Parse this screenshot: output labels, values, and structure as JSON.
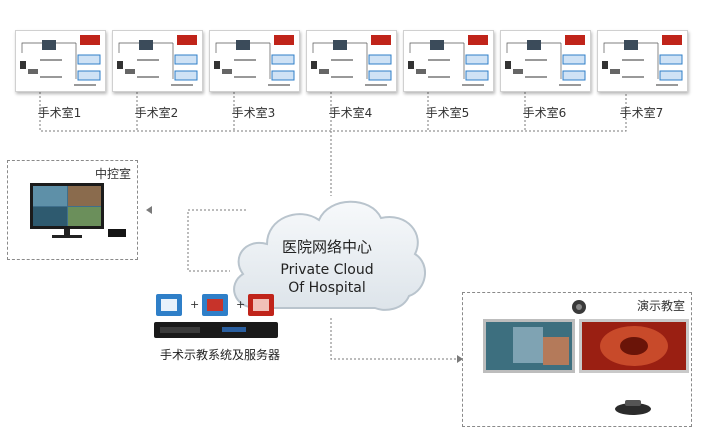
{
  "diagram": {
    "operating_rooms": [
      {
        "label": "手术室1"
      },
      {
        "label": "手术室2"
      },
      {
        "label": "手术室3"
      },
      {
        "label": "手术室4"
      },
      {
        "label": "手术室5"
      },
      {
        "label": "手术室6"
      },
      {
        "label": "手术室7"
      }
    ],
    "control_room": {
      "label": "中控室"
    },
    "cloud": {
      "title_cn": "医院网络中心",
      "title_en_line1": "Private Cloud",
      "title_en_line2": "Of Hospital"
    },
    "server_system": {
      "label": "手术示教系统及服务器"
    },
    "demo_classroom": {
      "label": "演示教室"
    },
    "colors": {
      "connector": "#7a7a7a",
      "box_border": "#8a8a8a",
      "cloud_fill": "#eef2f6",
      "accent_red": "#c0241a",
      "accent_blue": "#2f7fc8"
    }
  }
}
